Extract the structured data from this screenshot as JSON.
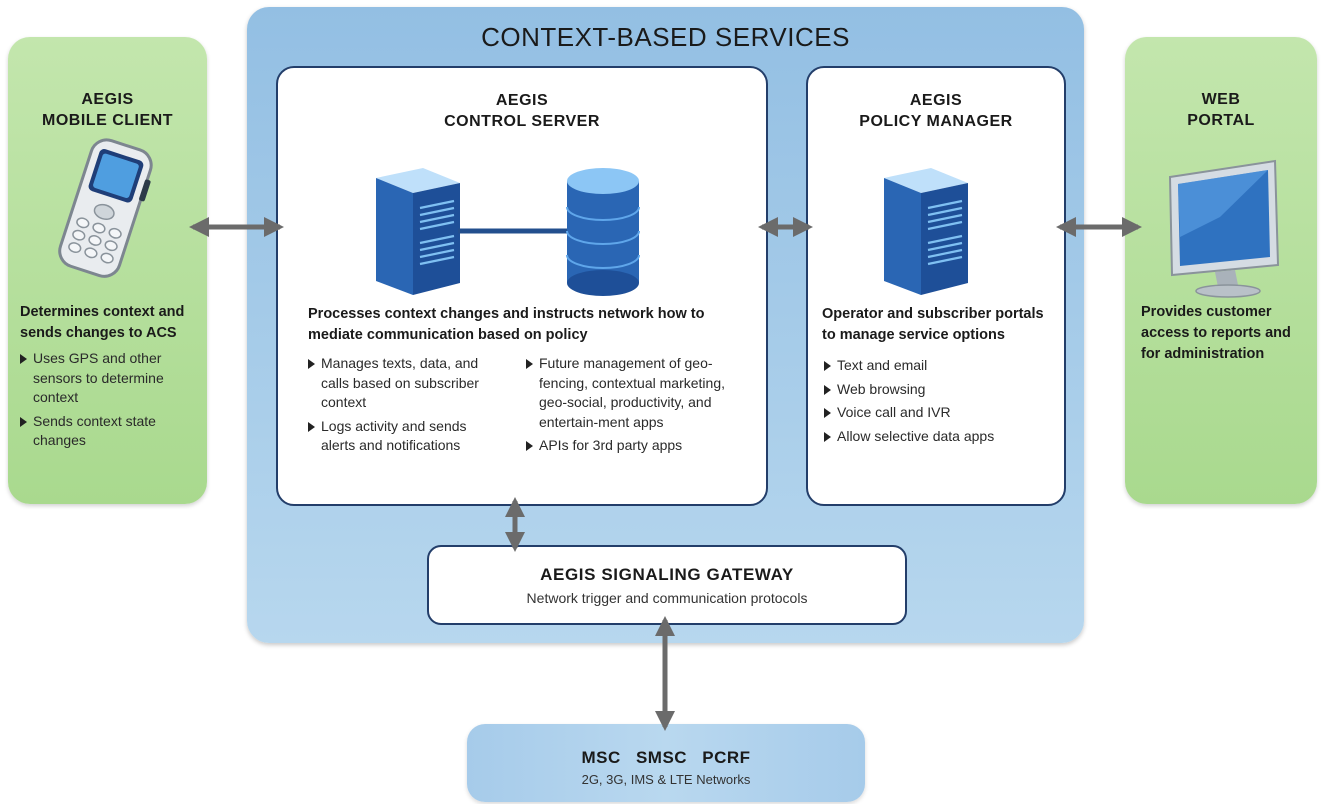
{
  "colors": {
    "side_panel": "#b6df9c",
    "central_panel": "#a6cbea",
    "card_border": "#233e6a",
    "arrow": "#6b6b6b",
    "server_blue": "#2f72c0"
  },
  "central_title": "CONTEXT-BASED SERVICES",
  "mobile_client": {
    "title_line1": "AEGIS",
    "title_line2": "MOBILE CLIENT",
    "icon": "mobile-phone-icon",
    "heading_line1": "Determines context and",
    "heading_line2": "sends changes to ACS",
    "bullets": [
      "Uses GPS and other sensors to determine context",
      "Sends context state changes"
    ]
  },
  "control_server": {
    "title_line1": "AEGIS",
    "title_line2": "CONTROL SERVER",
    "icons": [
      "server-icon",
      "database-icon"
    ],
    "heading_line1": "Processes context changes and instructs network how to",
    "heading_line2": "mediate communication based on policy",
    "bullets_left": [
      "Manages texts, data, and calls based on subscriber context",
      "Logs activity and sends alerts and notifications"
    ],
    "bullets_right": [
      "Future management of geo-fencing, contextual marketing, geo-social, productivity, and entertain-ment apps",
      "APIs for 3rd party apps"
    ]
  },
  "policy_manager": {
    "title_line1": "AEGIS",
    "title_line2": "POLICY MANAGER",
    "icon": "server-icon",
    "heading_line1": "Operator and subscriber portals",
    "heading_line2": "to manage service options",
    "bullets": [
      "Text and email",
      "Web browsing",
      "Voice call and IVR",
      "Allow selective data apps"
    ]
  },
  "web_portal": {
    "title_line1": "WEB",
    "title_line2": "PORTAL",
    "icon": "monitor-icon",
    "heading_line1": "Provides customer",
    "heading_line2": "access to reports and",
    "heading_line3": "for administration"
  },
  "signaling_gateway": {
    "title": "AEGIS SIGNALING GATEWAY",
    "subtitle": "Network trigger and communication protocols"
  },
  "networks": {
    "title": "MSC SMSC PCRF",
    "subtitle": "2G, 3G, IMS & LTE Networks"
  }
}
